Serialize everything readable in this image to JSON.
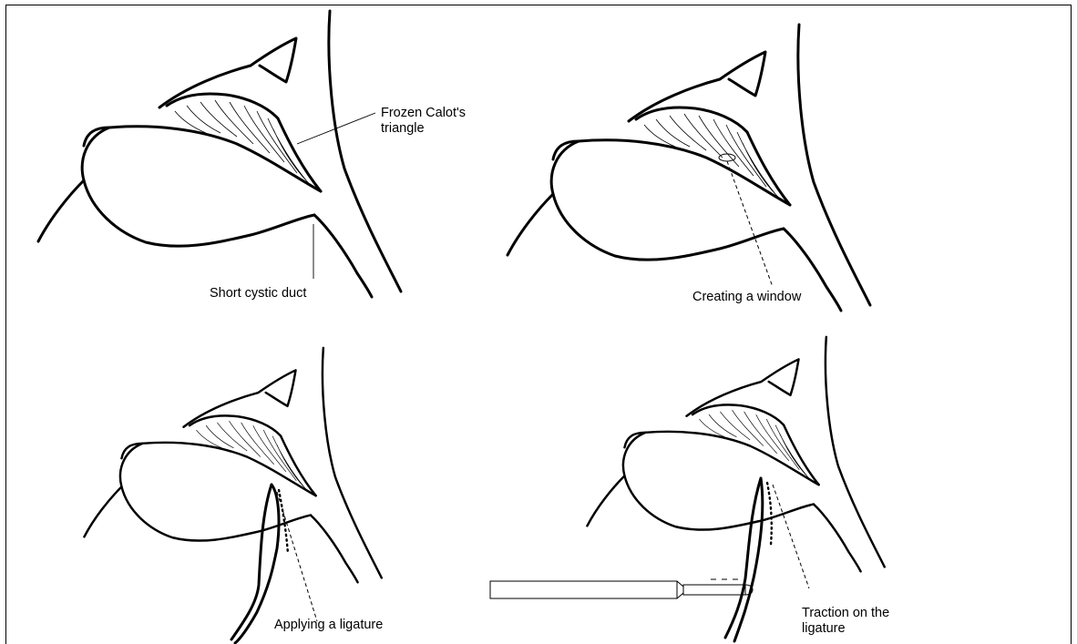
{
  "labels": {
    "frozen_calots_triangle": "Frozen Calot's\ntriangle",
    "short_cystic_duct": "Short cystic duct",
    "creating_window": "Creating a window",
    "applying_ligature": "Applying a ligature",
    "traction_ligature": "Traction on the\nligature"
  },
  "colors": {
    "line": "#000000",
    "background": "#ffffff",
    "instrument_fill": "#ffffff"
  }
}
